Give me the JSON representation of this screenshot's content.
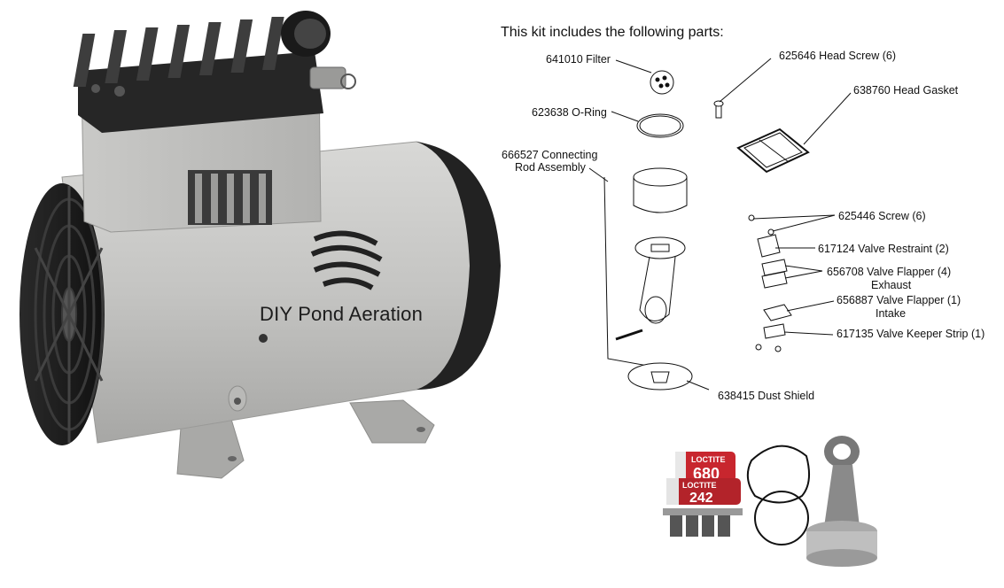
{
  "watermark": {
    "text": "DIY Pond Aeration"
  },
  "kit": {
    "title": "This kit includes the following parts:",
    "parts": [
      {
        "id": "filter",
        "text": "641010 Filter"
      },
      {
        "id": "head-screw",
        "text": "625646 Head Screw (6)"
      },
      {
        "id": "head-gasket",
        "text": "638760 Head Gasket"
      },
      {
        "id": "o-ring",
        "text": "623638 O-Ring"
      },
      {
        "id": "conn-rod-1",
        "text": "666527 Connecting"
      },
      {
        "id": "conn-rod-2",
        "text": "Rod Assembly"
      },
      {
        "id": "screw",
        "text": "625446 Screw (6)"
      },
      {
        "id": "valve-restraint",
        "text": "617124 Valve Restraint (2)"
      },
      {
        "id": "valve-flapper-4",
        "text": "656708 Valve Flapper (4)"
      },
      {
        "id": "exhaust",
        "text": "Exhaust"
      },
      {
        "id": "valve-flapper-1",
        "text": "656887 Valve Flapper (1)"
      },
      {
        "id": "intake",
        "text": "Intake"
      },
      {
        "id": "keeper-strip",
        "text": "617135 Valve Keeper Strip (1)"
      },
      {
        "id": "dust-shield",
        "text": "638415 Dust Shield"
      }
    ]
  },
  "photo": {
    "tube1_brand": "LOCTITE",
    "tube1_number": "680",
    "tube2_brand": "LOCTITE",
    "tube2_number": "242"
  }
}
